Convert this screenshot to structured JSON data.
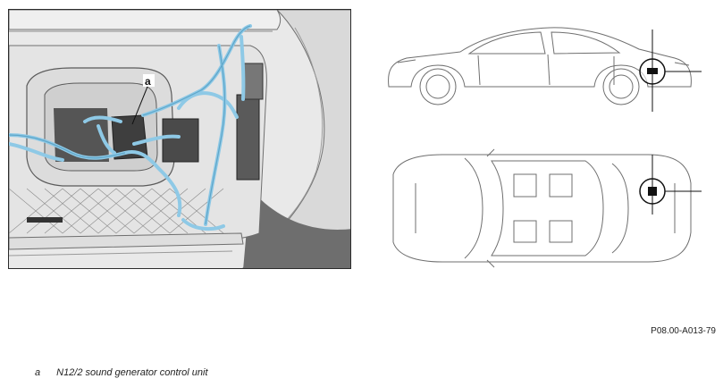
{
  "callout": {
    "letter": "a"
  },
  "figure_code": "P08.00-A013-79",
  "legend": [
    {
      "key": "a",
      "text": "N12/2 sound generator control unit"
    }
  ],
  "colors": {
    "harness": "#8ec9e6",
    "outline": "#6f6f6f",
    "frame": "#2b2b2b",
    "marker": "#111111"
  }
}
